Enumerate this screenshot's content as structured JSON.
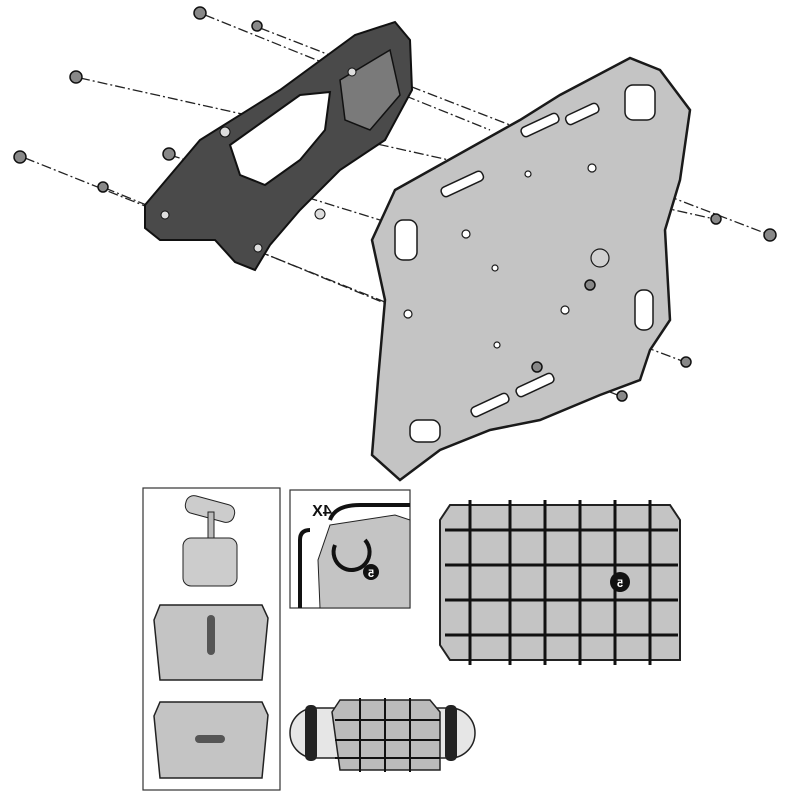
{
  "callouts": {
    "quantity": "4X",
    "detail_number": "5",
    "net_number": "5"
  },
  "colors": {
    "plate": "#c4c4c4",
    "bracket": "#4a4a4a",
    "outline": "#1a1a1a"
  }
}
